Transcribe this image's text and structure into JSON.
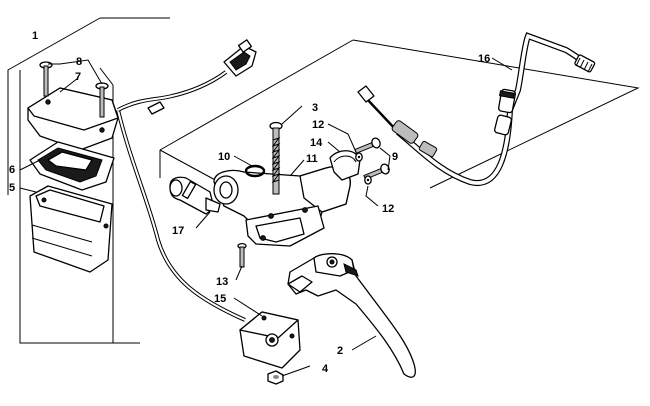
{
  "labels": {
    "l1": "1",
    "l2": "2",
    "l3": "3",
    "l4": "4",
    "l5": "5",
    "l6": "6",
    "l7": "7",
    "l8": "8",
    "l9": "9",
    "l10": "10",
    "l11": "11",
    "l12a": "12",
    "l12b": "12",
    "l13": "13",
    "l14": "14",
    "l15": "15",
    "l16": "16",
    "l17": "17"
  }
}
